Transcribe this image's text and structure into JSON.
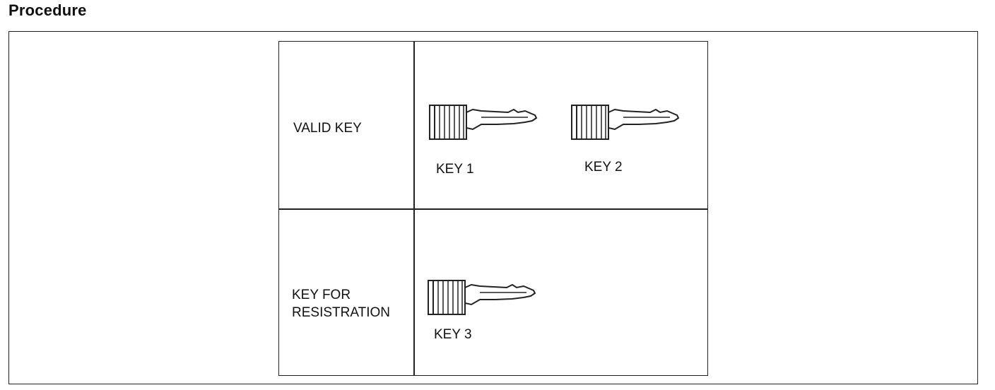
{
  "page": {
    "heading": "Procedure"
  },
  "rows": [
    {
      "label": "VALID KEY",
      "keys": [
        "KEY 1",
        "KEY 2"
      ]
    },
    {
      "label": "KEY FOR\nRESISTRATION",
      "keys": [
        "KEY 3"
      ]
    }
  ],
  "icons": {
    "key": "key-icon"
  }
}
